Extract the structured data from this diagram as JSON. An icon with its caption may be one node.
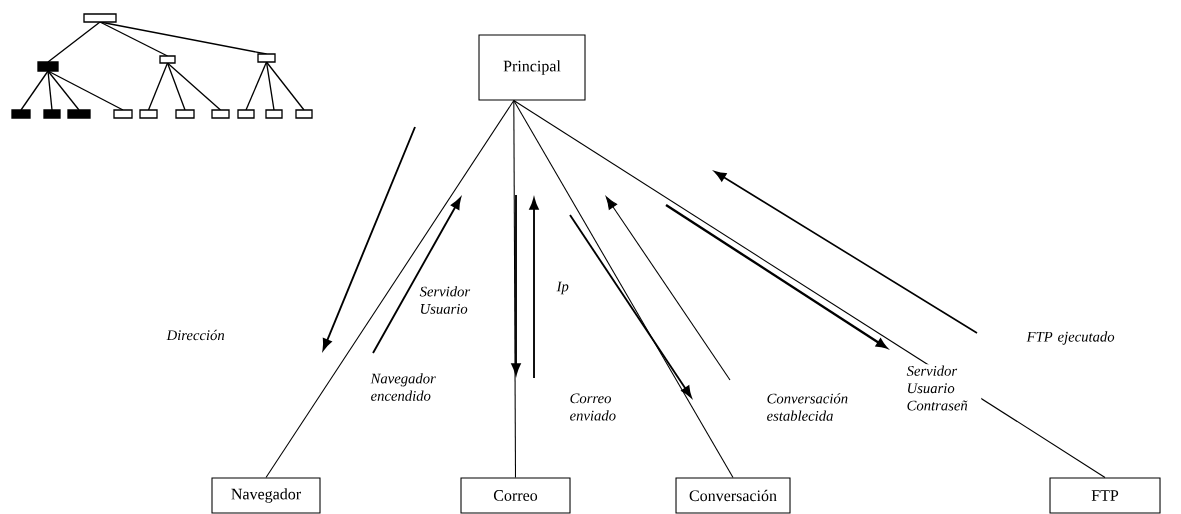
{
  "diagram": {
    "nodes": [
      {
        "text": [
          "Principal"
        ]
      },
      {
        "text": [
          "Navegador"
        ]
      },
      {
        "text": [
          "Correo"
        ]
      },
      {
        "text": [
          "Conversación"
        ]
      },
      {
        "text": [
          "FTP"
        ]
      }
    ],
    "edges": [
      {
        "from": 0,
        "to": 1,
        "arrow": "none"
      },
      {
        "from": 0,
        "to": 2,
        "arrow": "none"
      },
      {
        "from": 0,
        "to": 3,
        "arrow": "none"
      },
      {
        "from": 0,
        "to": 4,
        "arrow": "none"
      }
    ],
    "labels": [
      "Dirección",
      "Servidor Usuario",
      "Ip",
      "Navegador encendido",
      "Correo enviado",
      "Conversación establecida",
      "Servidor Usuario Contraseñ",
      "FTP ejecutado"
    ]
  }
}
